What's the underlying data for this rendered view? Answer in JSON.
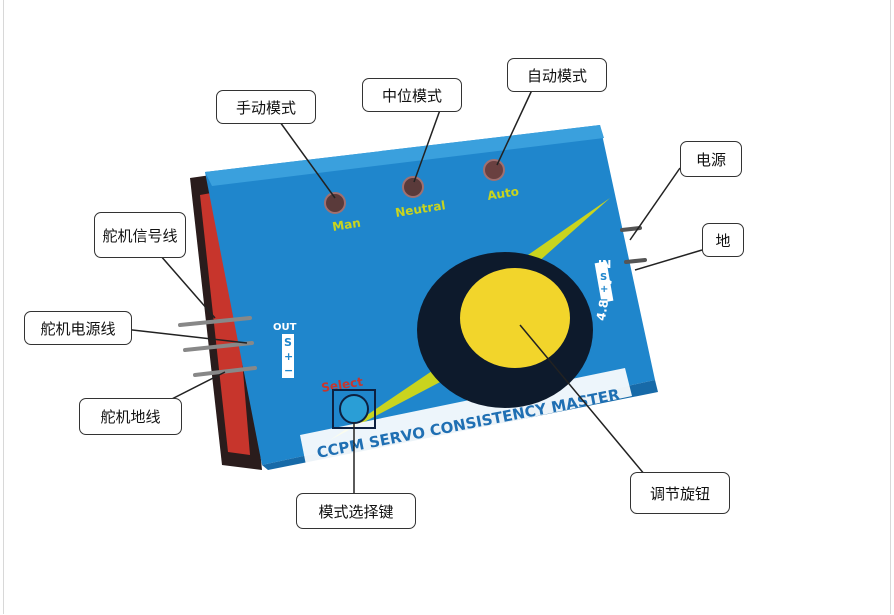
{
  "callouts": {
    "manual_mode": "手动模式",
    "neutral_mode": "中位模式",
    "auto_mode": "自动模式",
    "power": "电源",
    "ground": "地",
    "servo_signal": "舵机信号线",
    "servo_power": "舵机电源线",
    "servo_ground": "舵机地线",
    "mode_select_key": "模式选择键",
    "adjust_knob": "调节旋钮"
  },
  "device": {
    "led_man": "Man",
    "led_neutral": "Neutral",
    "led_auto": "Auto",
    "out_label": "OUT",
    "out_s": "S",
    "out_plus": "+",
    "out_minus": "−",
    "in_label": "IN",
    "in_s": "S",
    "in_plus": "+",
    "in_minus": "−",
    "voltage": "4.8-6V",
    "select_label": "Select",
    "brand_text": "CCPM SERVO CONSISTENCY MASTER"
  },
  "colors": {
    "body_blue": "#1f86cc",
    "top_blue": "#3aa0dd",
    "bolt_yellow": "#c9d41e",
    "knob_yellow": "#f2d52b",
    "side_red": "#c7352c",
    "led_label": "#c9d41e"
  }
}
